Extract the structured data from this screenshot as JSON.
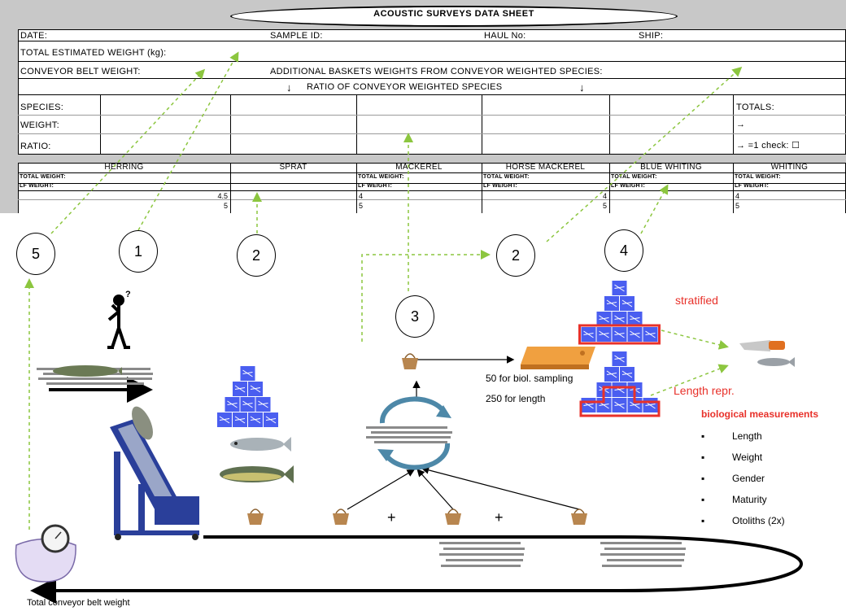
{
  "sheet": {
    "title": "ACOUSTIC SURVEYS DATA SHEET",
    "date": "DATE:",
    "sample_id": "SAMPLE ID:",
    "haul_no": "HAUL No:",
    "ship": "SHIP:",
    "total_estimated_weight": "TOTAL ESTIMATED WEIGHT (kg):",
    "conveyor_belt_weight": "CONVEYOR BELT WEIGHT:",
    "additional_baskets": "ADDITIONAL BASKETS WEIGHTS FROM CONVEYOR WEIGHTED SPECIES:",
    "ratio_header": "RATIO OF CONVEYOR WEIGHTED SPECIES",
    "ratio_arrow": "↓",
    "species": "SPECIES:",
    "weight": "WEIGHT:",
    "ratio": "RATIO:",
    "totals": "TOTALS:",
    "totals_arrow": "→",
    "ratio_check": "→  =1  check: ☐",
    "species_columns": [
      "HERRING",
      "SPRAT",
      "MACKEREL",
      "HORSE MACKEREL",
      "BLUE WHITING",
      "WHITING"
    ],
    "total_weight_label": "TOTAL WEIGHT:",
    "lf_weight_label": "LF WEIGHT:",
    "herring_vals": [
      "4.5",
      "5"
    ],
    "mackerel_vals": [
      "4",
      "5"
    ],
    "horse_vals": [
      "4",
      "5"
    ],
    "whiting_vals": [
      "4",
      "5"
    ]
  },
  "steps": [
    "5",
    "1",
    "2",
    "3",
    "2",
    "4"
  ],
  "labels": {
    "stratified": "stratified",
    "length_repr": "Length repr.",
    "biol_sampling": "50  for biol. sampling",
    "for_length": "250 for length",
    "plus": "+",
    "total_conveyor": "Total conveyor belt weight",
    "question": "?"
  },
  "bio": {
    "title": "biological measurements",
    "items": [
      "Length",
      "Weight",
      "Gender",
      "Maturity",
      "Otoliths (2x)"
    ],
    "bullet": "▪"
  },
  "colors": {
    "green_dash": "#8cc63f",
    "red": "#e8312a",
    "blue": "#4a5ef0",
    "sheet_bg": "#c8c8c8"
  }
}
